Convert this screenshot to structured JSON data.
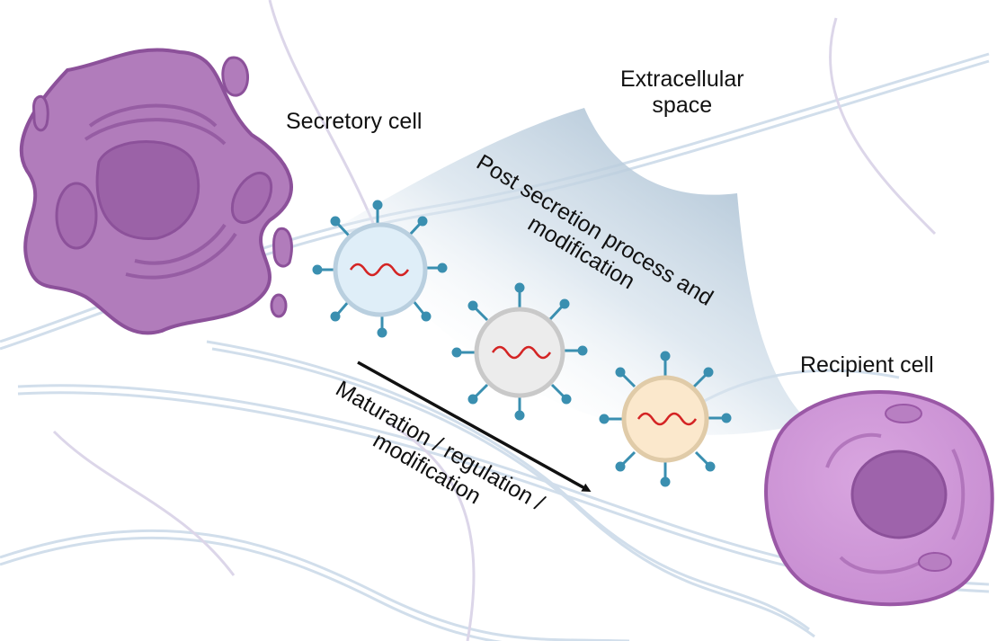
{
  "labels": {
    "secretory_cell": "Secretory cell",
    "extracellular_space_line1": "Extracellular",
    "extracellular_space_line2": "space",
    "post_secretion_line1": "Post secretion process and",
    "post_secretion_line2": "modification",
    "maturation_line1": "Maturation / regulation /",
    "maturation_line2": "modification",
    "recipient_cell": "Recipient cell"
  },
  "colors": {
    "secretory_cell_fill": "#b07ab9",
    "secretory_cell_outline": "#8b4f96",
    "recipient_cell_fill": "#c98fd3",
    "recipient_cell_outline": "#9a58a6",
    "nucleus_fill": "#9e65a9",
    "cone_gradient_dark": "#b3c7d8",
    "vesicle_1_fill": "#dcebf6",
    "vesicle_2_fill": "#e9e9e9",
    "vesicle_3_fill": "#fbe8cc",
    "vesicle_spike": "#3a8fb0",
    "rna_strand": "#d42424",
    "fiber_color": "#c8d8e8",
    "arrow_color": "#111111"
  }
}
